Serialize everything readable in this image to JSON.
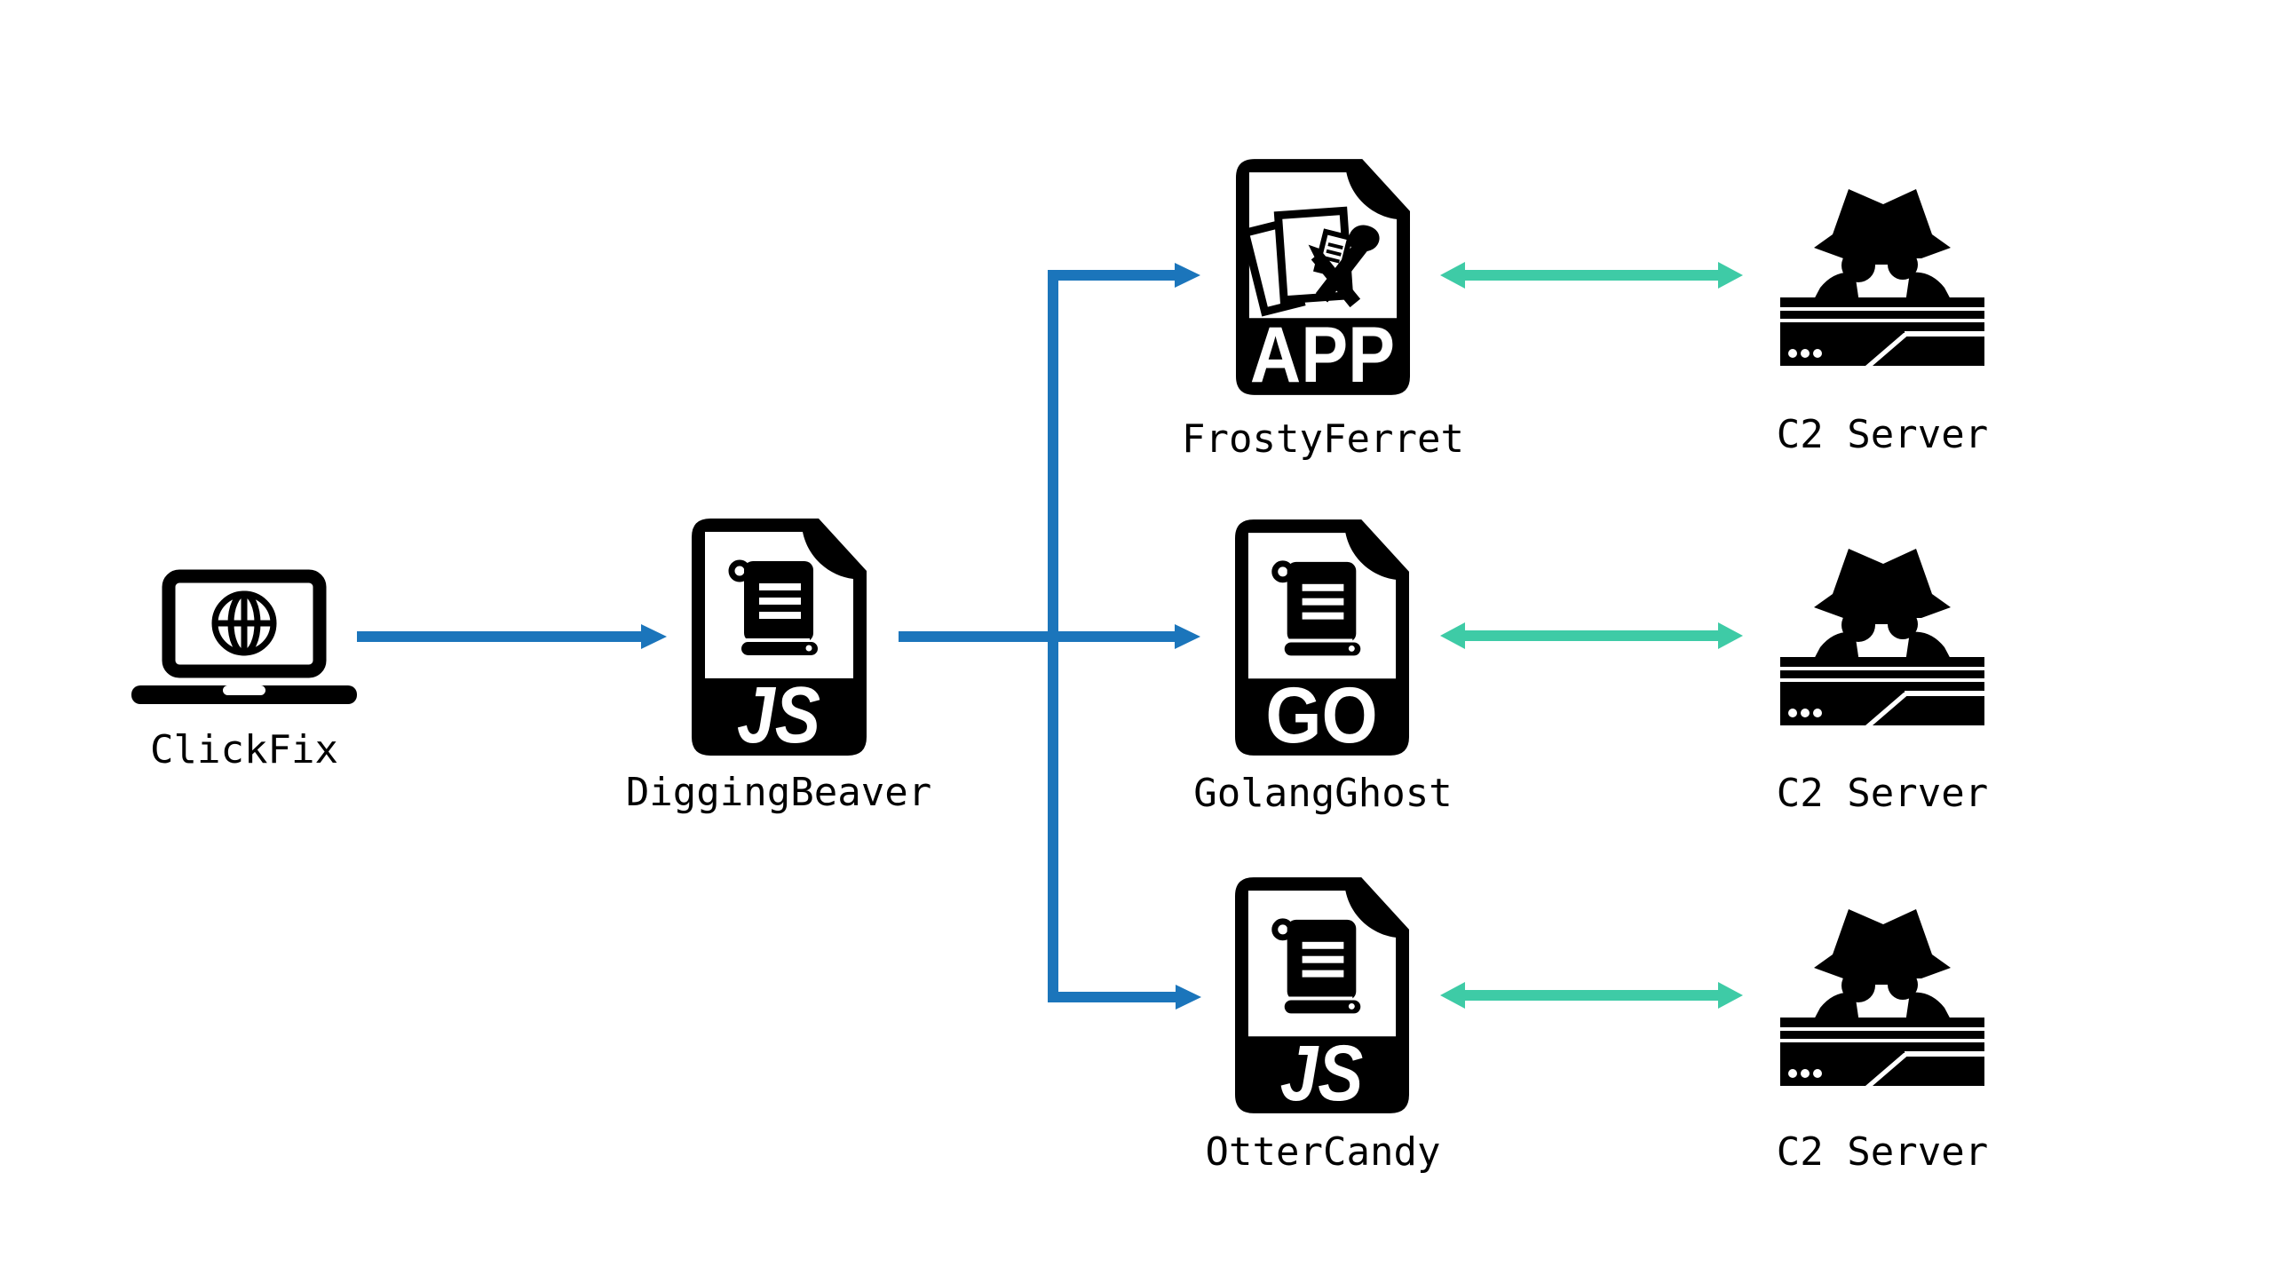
{
  "diagram": {
    "background": "#ffffff",
    "colors": {
      "flow_blue": "#1B75BB",
      "c2_teal": "#3ECBA6",
      "icon_black": "#000000",
      "label_black": "#000000"
    },
    "nodes": [
      {
        "id": "clickfix",
        "label": "ClickFix",
        "icon": "laptop-globe-icon"
      },
      {
        "id": "diggingbeaver",
        "label": "DiggingBeaver",
        "icon": "js-file-icon",
        "badge": "JS"
      },
      {
        "id": "frostyferret",
        "label": "FrostyFerret",
        "icon": "app-file-icon",
        "badge": "APP"
      },
      {
        "id": "golangghost",
        "label": "GolangGhost",
        "icon": "go-file-icon",
        "badge": "GO"
      },
      {
        "id": "ottercandy",
        "label": "OtterCandy",
        "icon": "js-file-icon",
        "badge": "JS"
      },
      {
        "id": "c2-top",
        "label": "C2 Server",
        "icon": "spy-server-icon"
      },
      {
        "id": "c2-middle",
        "label": "C2 Server",
        "icon": "spy-server-icon"
      },
      {
        "id": "c2-bottom",
        "label": "C2 Server",
        "icon": "spy-server-icon"
      }
    ],
    "edges": [
      {
        "from": "ClickFix",
        "to": "DiggingBeaver",
        "style": "arrow",
        "color": "flow_blue"
      },
      {
        "from": "DiggingBeaver",
        "to": "FrostyFerret",
        "style": "arrow",
        "color": "flow_blue"
      },
      {
        "from": "DiggingBeaver",
        "to": "GolangGhost",
        "style": "arrow",
        "color": "flow_blue"
      },
      {
        "from": "DiggingBeaver",
        "to": "OtterCandy",
        "style": "arrow",
        "color": "flow_blue"
      },
      {
        "from": "FrostyFerret",
        "to": "C2 Server",
        "style": "double-arrow",
        "color": "c2_teal"
      },
      {
        "from": "GolangGhost",
        "to": "C2 Server",
        "style": "double-arrow",
        "color": "c2_teal"
      },
      {
        "from": "OtterCandy",
        "to": "C2 Server",
        "style": "double-arrow",
        "color": "c2_teal"
      }
    ]
  }
}
